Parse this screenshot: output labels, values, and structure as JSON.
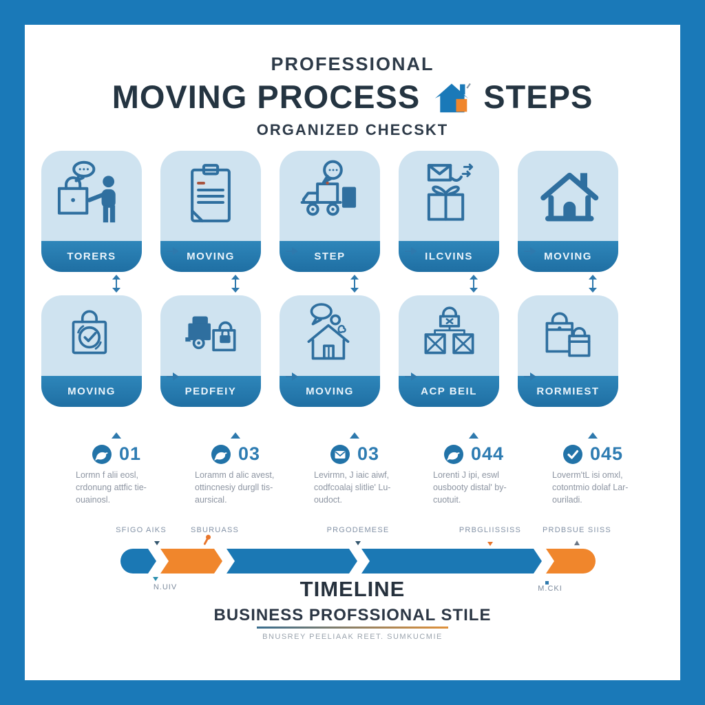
{
  "header": {
    "eyebrow": "PROFESSIONAL",
    "title_left": "MOVING PROCESS",
    "title_right": "STEPS",
    "subtitle": "ORGANIZED CHECSKT"
  },
  "colors": {
    "frame_blue": "#1a79b8",
    "card_bg": "#cfe3f0",
    "band_blue": "#2379ab",
    "icon_stroke": "#2f6f9f",
    "timeline_blue": "#1b78b4",
    "timeline_orange": "#f0862c",
    "number_blue": "#2e7cb2",
    "text_grey": "#8d95a2"
  },
  "cards": {
    "row1": [
      {
        "label": "TORERS",
        "icon": "person-box-chat-icon"
      },
      {
        "label": "MOVING",
        "icon": "clipboard-icon"
      },
      {
        "label": "STEP",
        "icon": "truck-box-chat-icon"
      },
      {
        "label": "ILCVINS",
        "icon": "gift-envelope-icon"
      },
      {
        "label": "MOVING",
        "icon": "house-icon"
      }
    ],
    "row2": [
      {
        "label": "MOVING",
        "icon": "bag-check-icon"
      },
      {
        "label": "PEDFEIY",
        "icon": "truck-lock-icon"
      },
      {
        "label": "MOVING",
        "icon": "house-chat-icon"
      },
      {
        "label": "ACP BEIL",
        "icon": "crates-lock-icon"
      },
      {
        "label": "RORMIEST",
        "icon": "shopping-bags-icon"
      }
    ]
  },
  "steps": [
    {
      "number": "01",
      "badge": "dove",
      "text": "Lormn f alii eosl,\ncrdonung attfic tie-\nouainosl."
    },
    {
      "number": "03",
      "badge": "dove",
      "text": "Loramm d alic avest,\nottincnesiy durgll tis-\naursical."
    },
    {
      "number": "03",
      "badge": "envelope",
      "text": "Levirmn, J iaic aiwf,\ncodfcoalaj slitlie' Lu-\noudoct."
    },
    {
      "number": "044",
      "badge": "dove",
      "text": "Lorenti J ipi, eswl\nousbooty distal' by-\ncuotuit."
    },
    {
      "number": "045",
      "badge": "check",
      "text": "Loverm'tL isi omxl,\ncotontmio dolaf Lar-\nouriladi."
    }
  ],
  "timeline": {
    "labels_top": [
      "SFIGO AIKS",
      "SBURUASS",
      "PRGODEMESE",
      "PRBGLIISSISS",
      "PRDBSUE SIISS"
    ],
    "label_left_bottom": "N.UIV",
    "label_right_bottom": "M.CKI",
    "title": "TIMELINE",
    "subtitle": "BUSINESS PROFSSIONAL STILE",
    "footnote": "BNUSREY PEELIAAK REET. SUMKUCMIE"
  }
}
